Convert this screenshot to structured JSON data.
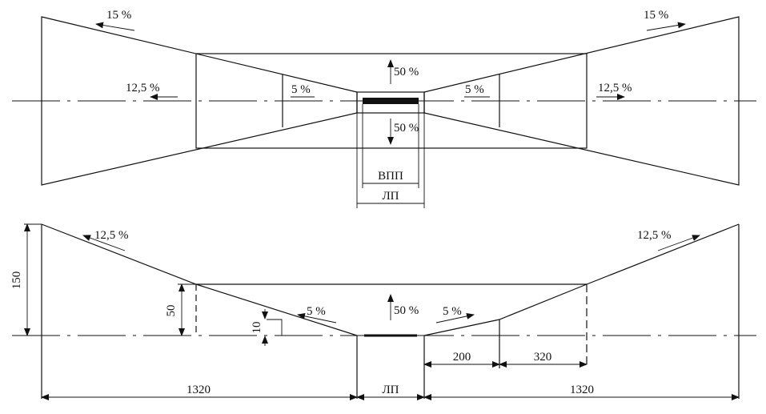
{
  "plan_view": {
    "slope_outer_left": "15 %",
    "slope_outer_right": "15 %",
    "slope_mid_left": "12,5 %",
    "slope_mid_right": "12,5 %",
    "slope_inner_left": "5 %",
    "slope_inner_right": "5 %",
    "slope_up": "50 %",
    "slope_down": "50 %",
    "runway_label": "ВПП",
    "strip_label": "ЛП"
  },
  "profile_view": {
    "slope_left": "12,5 %",
    "slope_right": "12,5 %",
    "slope_inner_left": "5 %",
    "slope_inner_right": "5 %",
    "slope_up": "50 %",
    "dim_150": "150",
    "dim_50": "50",
    "dim_10": "10",
    "dim_200": "200",
    "dim_320": "320",
    "dim_1320_left": "1320",
    "dim_1320_right": "1320",
    "dim_strip": "ЛП"
  },
  "colors": {
    "ink": "#111111",
    "background": "#ffffff"
  }
}
